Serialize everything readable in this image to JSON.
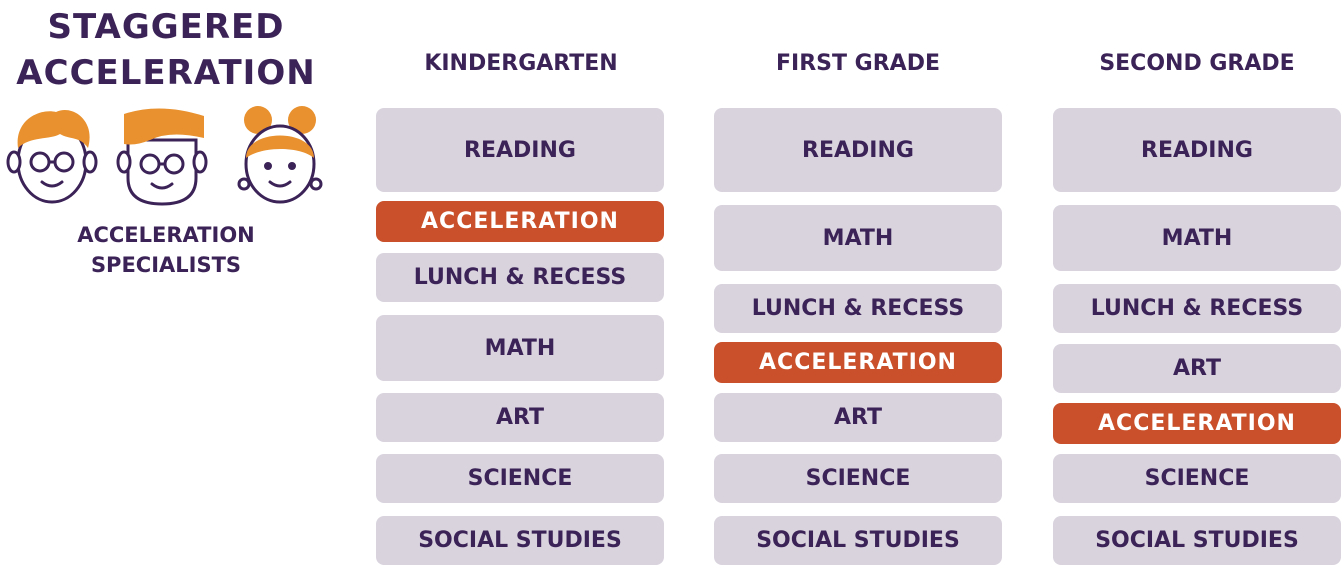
{
  "title": {
    "line1": "STAGGERED",
    "line2": "ACCELERATION"
  },
  "specialists": {
    "line1": "ACCELERATION",
    "line2": "SPECIALISTS"
  },
  "colors": {
    "text": "#3b2257",
    "block": "#d9d3de",
    "accent": "#c9502a",
    "hair": "#e8912e"
  },
  "columns": [
    {
      "header": "KINDERGARTEN",
      "blocks": [
        "READING",
        "ACCELERATION",
        "LUNCH & RECESS",
        "MATH",
        "ART",
        "SCIENCE",
        "SOCIAL STUDIES"
      ]
    },
    {
      "header": "FIRST GRADE",
      "blocks": [
        "READING",
        "MATH",
        "LUNCH & RECESS",
        "ACCELERATION",
        "ART",
        "SCIENCE",
        "SOCIAL STUDIES"
      ]
    },
    {
      "header": "SECOND GRADE",
      "blocks": [
        "READING",
        "MATH",
        "LUNCH & RECESS",
        "ART",
        "ACCELERATION",
        "SCIENCE",
        "SOCIAL STUDIES"
      ]
    }
  ]
}
